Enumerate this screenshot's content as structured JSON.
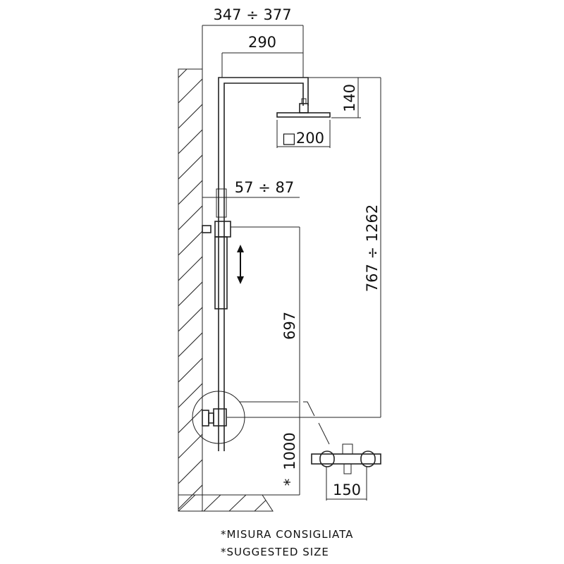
{
  "dimensions": {
    "overall_projection": "347 ÷ 377",
    "arm_length": "290",
    "head_height": "140",
    "head_size": "□200",
    "riser_adjust_height": "767 ÷ 1262",
    "wall_offset": "57 ÷ 87",
    "slide_height": "697",
    "mixer_height": "1000",
    "mixer_height_mark": "*",
    "mixer_centers": "150"
  },
  "notes": {
    "line1": "*MISURA CONSIGLIATA",
    "line2": "*SUGGESTED SIZE"
  },
  "icons": [
    "wall-hatch",
    "double-arrow-vertical",
    "detail-circle"
  ]
}
